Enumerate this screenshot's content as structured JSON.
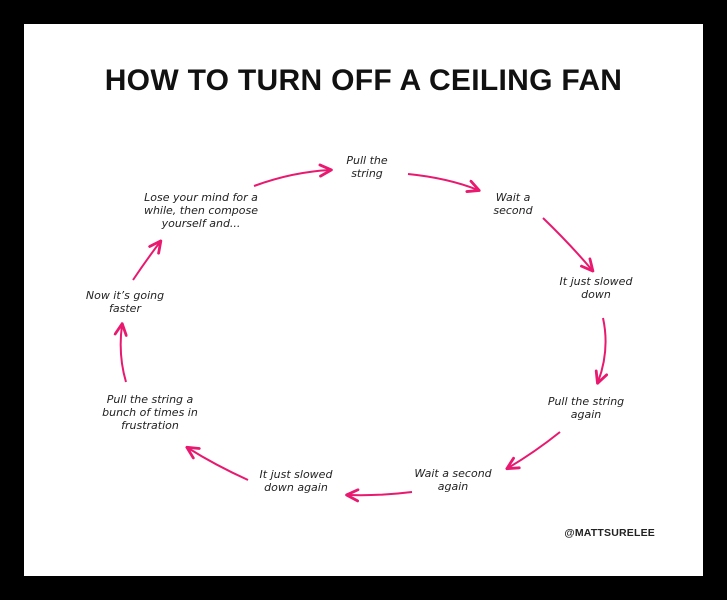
{
  "title": "HOW TO TURN OFF A CEILING FAN",
  "steps": [
    "Pull the\nstring",
    "Wait a\nsecond",
    "It just slowed\ndown",
    "Pull the string\nagain",
    "Wait a second\nagain",
    "It just slowed\ndown again",
    "Pull the string a\nbunch of times in\nfrustration",
    "Now it’s going\nfaster",
    "Lose your mind for a\nwhile, then compose\nyourself and..."
  ],
  "credit": "@MATTSURELEE",
  "colors": {
    "frame": "#000000",
    "background": "#ffffff",
    "arrow": "#e8196e",
    "text": "#222222"
  }
}
